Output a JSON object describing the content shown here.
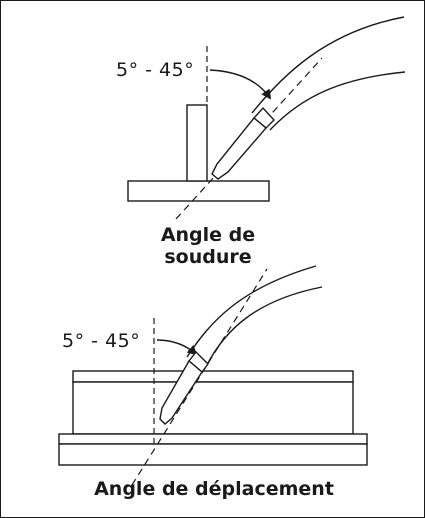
{
  "figure": {
    "colors": {
      "stroke": "#1a1a1a",
      "background": "#ffffff"
    },
    "weld_angle": {
      "angle_label": "5° - 45°",
      "caption": "Angle de\nsoudure"
    },
    "travel_angle": {
      "angle_label": "5° - 45°",
      "caption": "Angle de déplacement"
    }
  }
}
